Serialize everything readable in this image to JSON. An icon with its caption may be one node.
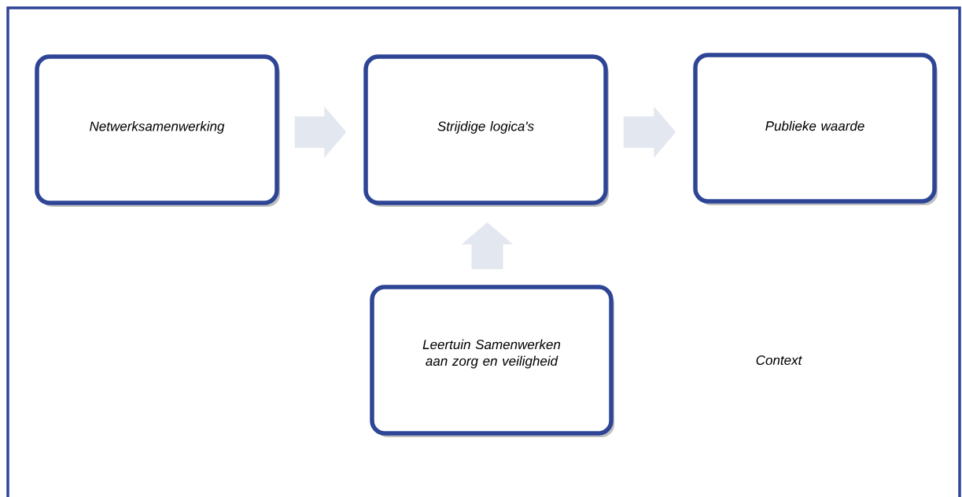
{
  "diagram": {
    "nodes": [
      {
        "text": [
          "Context"
        ]
      },
      {
        "text": [
          "Netwerksamenwerking"
        ],
        "in": 0
      },
      {
        "text": [
          "Strijdige logica's"
        ],
        "in": 0
      },
      {
        "text": [
          "Publieke waarde"
        ],
        "in": 0
      },
      {
        "text": [
          "Leertuin Samenwerken aan zorg en veiligheid"
        ],
        "in": 0
      }
    ],
    "edges": [
      {
        "from": 1,
        "to": 2,
        "arrow": "to"
      },
      {
        "from": 2,
        "to": 3,
        "arrow": "to"
      },
      {
        "from": 4,
        "to": 2,
        "arrow": "to"
      }
    ]
  }
}
